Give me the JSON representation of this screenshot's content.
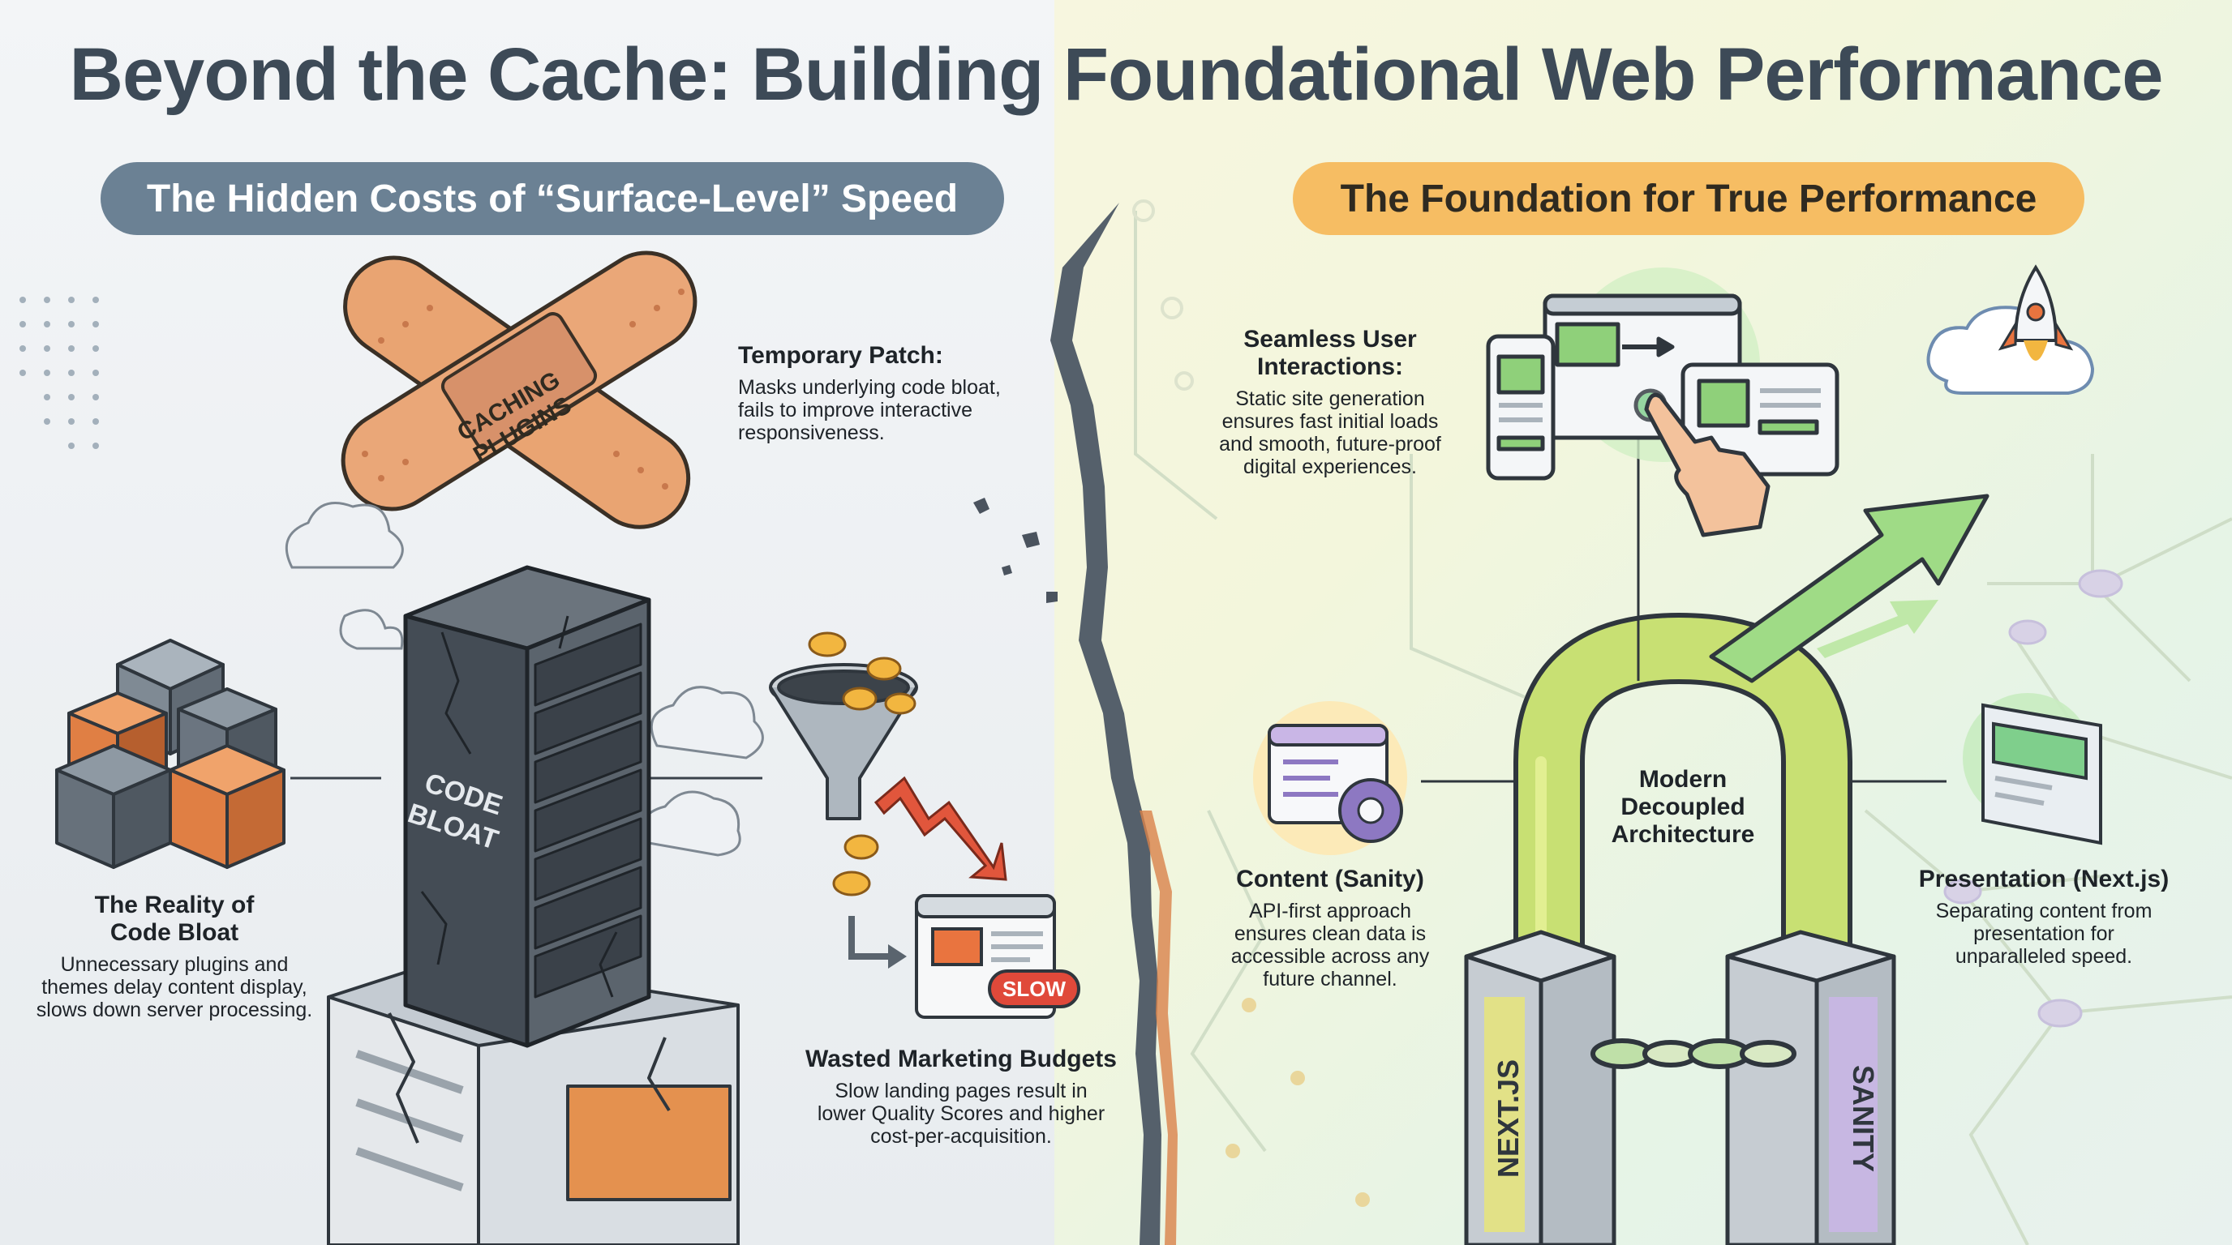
{
  "title": "Beyond the Cache: Building Foundational Web Performance",
  "left_panel": {
    "heading": "The Hidden Costs of “Surface-Level” Speed",
    "bandage_label": [
      "CACHING",
      "PLUGINS"
    ],
    "server_label": [
      "CODE",
      "BLOAT"
    ],
    "slow_badge": "SLOW",
    "temporary_patch": {
      "heading": "Temporary Patch:",
      "body": "Masks underlying code bloat, fails to improve interactive responsiveness."
    },
    "code_bloat": {
      "heading": "The Reality of Code Bloat",
      "body": "Unnecessary plugins and themes delay content display, slows down server processing."
    },
    "wasted_budgets": {
      "heading": "Wasted Marketing Budgets",
      "body": "Slow landing pages result in lower Quality Scores and higher cost-per-acquisition."
    }
  },
  "right_panel": {
    "heading": "The Foundation for True Performance",
    "seamless": {
      "heading": "Seamless User Interactions:",
      "body": "Static site generation ensures fast initial loads and smooth, future-proof digital experiences."
    },
    "architecture": "Modern Decoupled Architecture",
    "content": {
      "heading": "Content (Sanity)",
      "body": "API-first approach ensures clean data is accessible across any future channel."
    },
    "presentation": {
      "heading": "Presentation (Next.js)",
      "body": "Separating content from presentation for unparalleled speed."
    },
    "pillar_left": "NEXT.JS",
    "pillar_right": "SANITY"
  },
  "colors": {
    "pill_left": "#6b8194",
    "pill_right": "#f6bd63",
    "orange": "#e5884e",
    "slate": "#4a535e",
    "green": "#8fd07a",
    "red": "#e0493a"
  }
}
